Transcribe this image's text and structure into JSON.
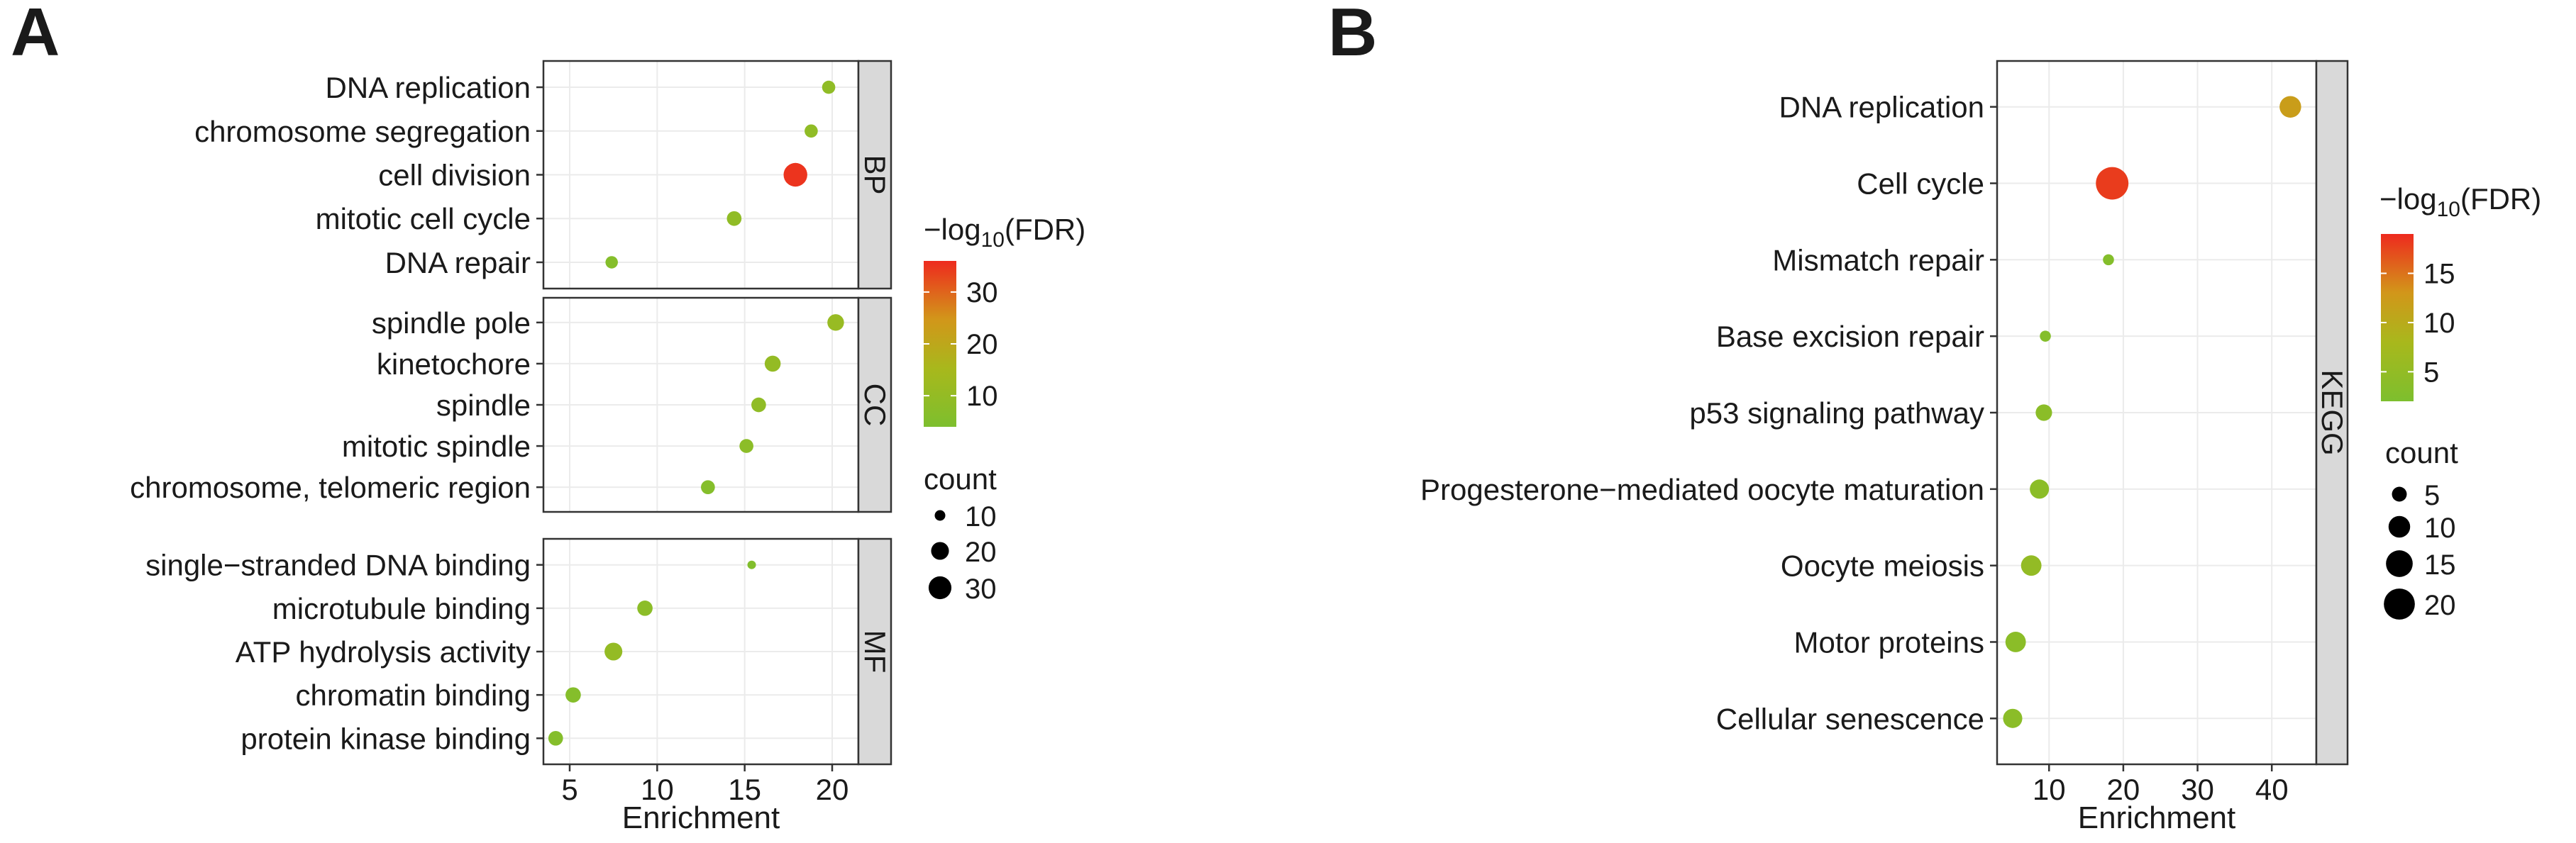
{
  "chart_data": [
    {
      "panel_label": "A",
      "type": "scatter",
      "xlabel": "Enrichment",
      "xlim": [
        3.5,
        21.5
      ],
      "x_ticks": [
        5,
        10,
        15,
        20
      ],
      "colorbar_title": "−log10(FDR)",
      "colorbar_ticks": [
        10,
        20,
        30
      ],
      "colorbar_range": [
        4,
        36
      ],
      "size_legend_title": "count",
      "size_legend_values": [
        10,
        20,
        30
      ],
      "size_range": [
        8,
        33
      ],
      "facets": [
        {
          "name": "BP",
          "terms": [
            "DNA replication",
            "chromosome segregation",
            "cell division",
            "mitotic cell cycle",
            "DNA repair"
          ],
          "enrichment": [
            19.8,
            18.8,
            17.9,
            14.4,
            7.4
          ],
          "neg_log10_fdr": [
            9,
            9,
            35,
            9,
            6
          ],
          "count": [
            13,
            13,
            32,
            15,
            12
          ]
        },
        {
          "name": "CC",
          "terms": [
            "spindle pole",
            "kinetochore",
            "spindle",
            "mitotic spindle",
            "chromosome, telomeric region"
          ],
          "enrichment": [
            20.2,
            16.6,
            15.8,
            15.1,
            12.9
          ],
          "neg_log10_fdr": [
            11,
            10,
            9,
            8,
            6
          ],
          "count": [
            18,
            17,
            15,
            14,
            14
          ]
        },
        {
          "name": "MF",
          "terms": [
            "single−stranded DNA binding",
            "microtubule binding",
            "ATP hydrolysis activity",
            "chromatin binding",
            "protein kinase binding"
          ],
          "enrichment": [
            15.4,
            9.3,
            7.5,
            5.2,
            4.2
          ],
          "neg_log10_fdr": [
            5,
            8,
            10,
            6,
            6
          ],
          "count": [
            8,
            16,
            20,
            16,
            15
          ]
        }
      ]
    },
    {
      "panel_label": "B",
      "type": "scatter",
      "xlabel": "Enrichment",
      "xlim": [
        3,
        46
      ],
      "x_ticks": [
        10,
        20,
        30,
        40
      ],
      "colorbar_title": "−log10(FDR)",
      "colorbar_ticks": [
        5,
        10,
        15
      ],
      "colorbar_range": [
        2,
        19
      ],
      "size_legend_title": "count",
      "size_legend_values": [
        5,
        10,
        15,
        20
      ],
      "size_range": [
        2,
        24
      ],
      "facets": [
        {
          "name": "KEGG",
          "terms": [
            "DNA replication",
            "Cell cycle",
            "Mismatch repair",
            "Base excision repair",
            "p53 signaling pathway",
            "Progesterone−mediated oocyte maturation",
            "Oocyte meiosis",
            "Motor proteins",
            "Cellular senescence"
          ],
          "enrichment": [
            42.5,
            18.5,
            18.0,
            9.5,
            9.3,
            8.7,
            7.6,
            5.5,
            5.1
          ],
          "neg_log10_fdr": [
            12,
            18,
            3,
            3,
            4,
            4,
            5,
            4,
            4
          ],
          "count": [
            10,
            22,
            3,
            3,
            6,
            8,
            9,
            9,
            8
          ]
        }
      ]
    }
  ]
}
